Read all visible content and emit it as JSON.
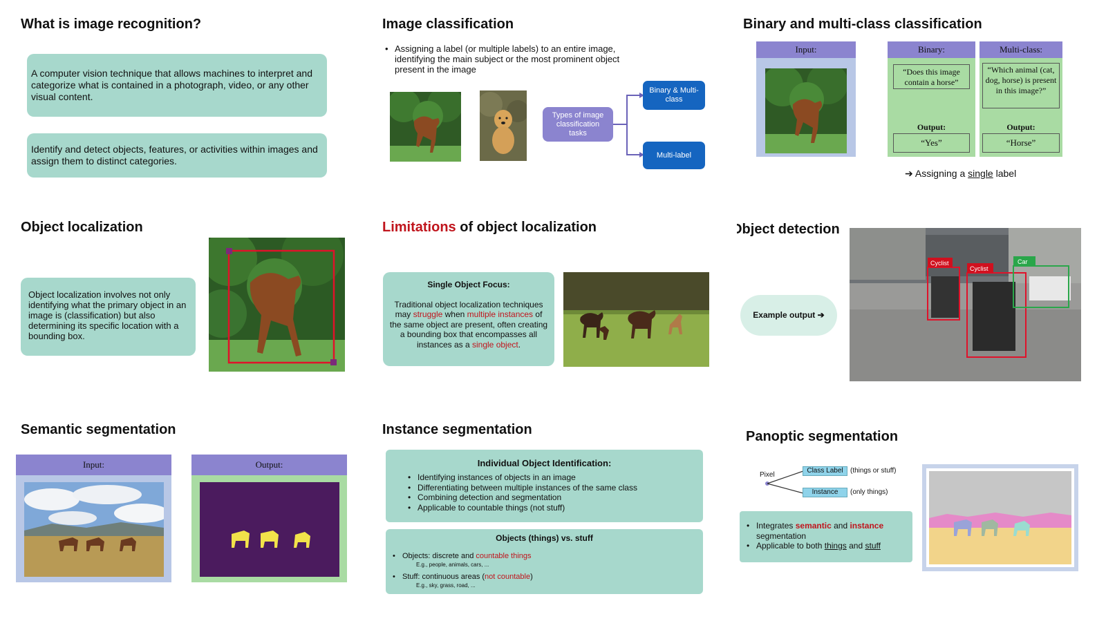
{
  "s1": {
    "title": "What is image recognition?",
    "box1": "A computer vision technique that allows machines to interpret and categorize what is contained in a photograph, video, or any other visual content.",
    "box2": "Identify and detect objects, features, or activities within images and assign them to distinct categories."
  },
  "s2": {
    "title": "Image classification",
    "bullet": "Assigning a label (or multiple labels) to an entire image, identifying the main subject or the most prominent object present in the image",
    "types_box": "Types of image classification tasks",
    "binary_btn": "Binary & Multi-class",
    "multilabel_btn": "Multi-label"
  },
  "s3": {
    "title": "Binary and multi-class classification",
    "input_head": "Input:",
    "binary_head": "Binary:",
    "multiclass_head": "Multi-class:",
    "binary_q": "“Does this image contain a horse”",
    "multiclass_q": "“Which animal (cat, dog, horse) is present in this image?”",
    "output_label": "Output:",
    "binary_out": "“Yes”",
    "multiclass_out": "“Horse”",
    "footer_arrow": "➔",
    "footer_pre": "Assigning a",
    "footer_u": "single",
    "footer_post": "label"
  },
  "s4": {
    "title": "Object localization",
    "box": "Object localization involves not only identifying what the primary object in an image is (classification) but also determining its specific location with a bounding box."
  },
  "s5": {
    "title_red": "Limitations",
    "title_rest": "of object localization",
    "box_head": "Single Object Focus:",
    "p1": "Traditional object localization techniques may",
    "p2": "struggle",
    "p3": "when",
    "p4": "multiple instances",
    "p5": "of the same object are present, often creating a bounding box that encompasses all instances as a",
    "p6": "single object",
    "p7": "."
  },
  "s6": {
    "title": "Object detection",
    "pill": "Example output ➔",
    "labels": [
      "Cyclist",
      "Cyclist",
      "Car"
    ]
  },
  "s7": {
    "title": "Semantic segmentation",
    "input_head": "Input:",
    "output_head": "Output:"
  },
  "s8": {
    "title": "Instance segmentation",
    "box1_head": "Individual Object Identification:",
    "box1_items": [
      "Identifying instances of objects in an image",
      "Differentiating between multiple instances of the same class",
      "Combining detection and segmentation",
      "Applicable to countable things (not stuff)"
    ],
    "box2_head": "Objects (things) vs. stuff",
    "obj_pre": "Objects: discrete and",
    "obj_red": "countable things",
    "obj_eg": "E.g., people, animals, cars, ...",
    "stuff_pre": "Stuff: continuous areas (",
    "stuff_red": "not countable",
    "stuff_post": ")",
    "stuff_eg": "E.g., sky, grass, road, ..."
  },
  "s9": {
    "title": "Panoptic segmentation",
    "pixel": "Pixel",
    "class_label": "Class Label",
    "class_note": "(things or stuff)",
    "instance": "Instance",
    "instance_note": "(only things)",
    "b1_pre": "Integrates",
    "b1_red1": "semantic",
    "b1_mid": "and",
    "b1_red2": "instance",
    "b1_post": "segmentation",
    "b2_pre": "Applicable to both",
    "b2_u1": "things",
    "b2_mid": "and",
    "b2_u2": "stuff"
  },
  "colors": {
    "teal_box": "#a7d8cc",
    "purple": "#8b84cf",
    "blue_btn": "#1565c0",
    "red": "#c0141c"
  }
}
